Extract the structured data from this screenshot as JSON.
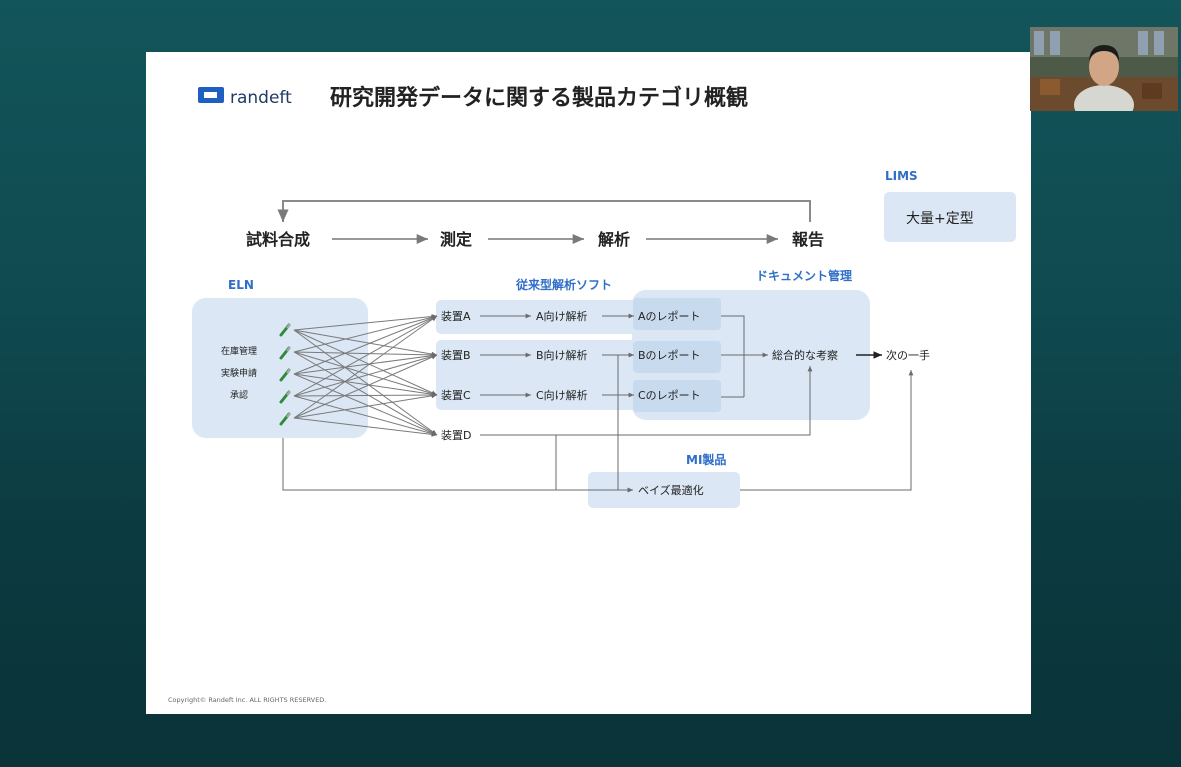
{
  "slide": {
    "logo_text": "randeft",
    "title": "研究開発データに関する製品カテゴリ概観",
    "copyright": "Copyright© Randeft Inc. ALL RIGHTS RESERVED."
  },
  "flow": {
    "steps": [
      "試料合成",
      "測定",
      "解析",
      "報告"
    ]
  },
  "lims": {
    "label": "LIMS",
    "content": "大量+定型"
  },
  "eln": {
    "label": "ELN",
    "items": [
      "在庫管理",
      "実験申請",
      "承認"
    ]
  },
  "legacy_software": {
    "label": "従来型解析ソフト"
  },
  "document_mgmt": {
    "label": "ドキュメント管理"
  },
  "mi_products": {
    "label": "MI製品",
    "node": "ベイズ最適化"
  },
  "devices": [
    "装置A",
    "装置B",
    "装置C",
    "装置D"
  ],
  "analyses": [
    "A向け解析",
    "B向け解析",
    "C向け解析"
  ],
  "reports": [
    "Aのレポート",
    "Bのレポート",
    "Cのレポート"
  ],
  "synthesis": "総合的な考察",
  "next_step": "次の一手",
  "colors": {
    "brand_blue": "#1f5fc2",
    "label_blue": "#2f6fc8",
    "region_fill": "#dbe7f4",
    "arrow_gray": "#8a8a8a",
    "background": "#0f4a50"
  }
}
